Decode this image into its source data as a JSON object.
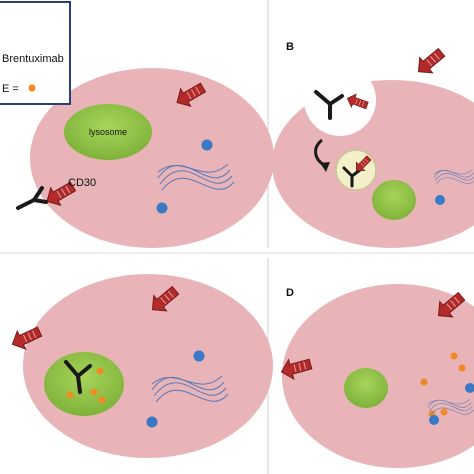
{
  "legend": {
    "antibody_label": "Brentuximab",
    "payload_label": "E ="
  },
  "panels": {
    "a": {
      "cd30_label": "CD30",
      "lysosome_label": "lysosome"
    },
    "b": {
      "letter": "B"
    },
    "c": {
      "letter": ""
    },
    "d": {
      "letter": "D"
    }
  },
  "colors": {
    "cell": "#e8b4b8",
    "lysosome": "#8fc143",
    "receptor": "#b22a2a",
    "antibody": "#1a1a1a",
    "payload": "#f08a24",
    "chromatin_node": "#3a78c8",
    "legend_border": "#2a3f7a"
  }
}
